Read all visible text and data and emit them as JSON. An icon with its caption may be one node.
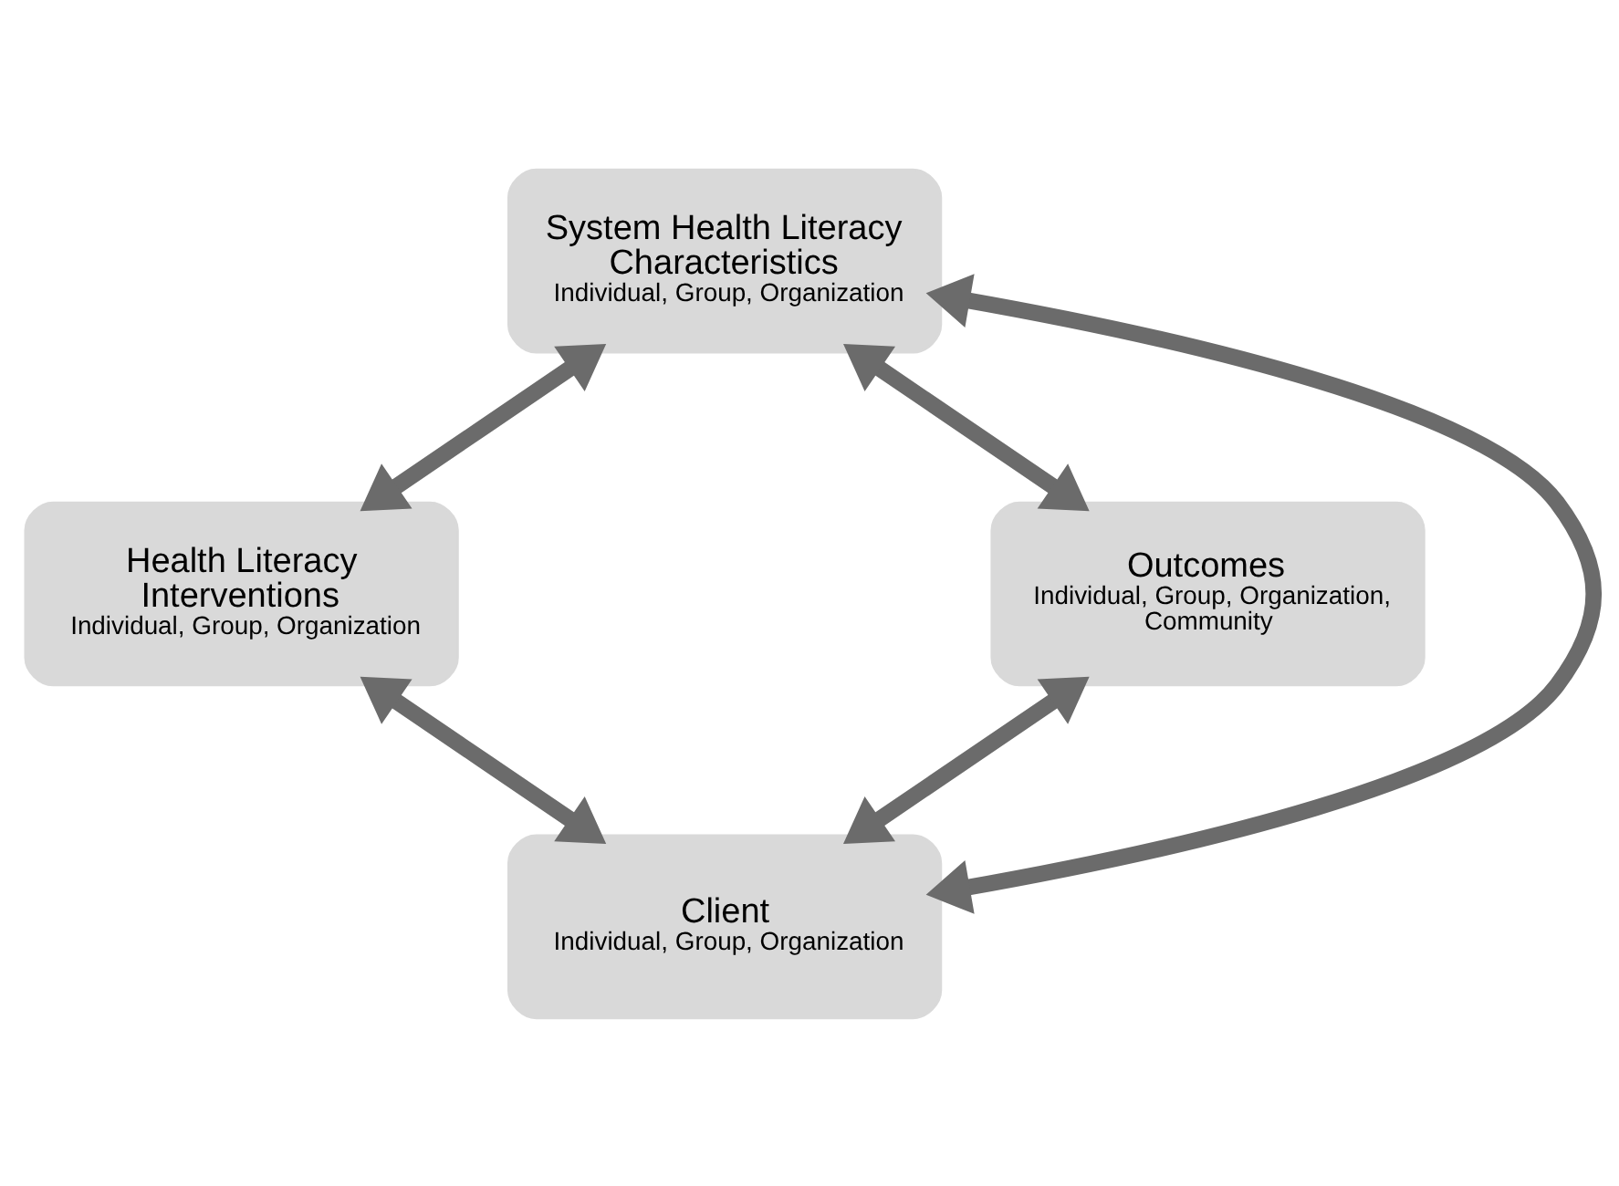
{
  "diagram": {
    "nodes": [
      {
        "text": [
          "System Health Literacy Characteristics",
          "Individual, Group, Organization"
        ]
      },
      {
        "text": [
          "Health Literacy Interventions",
          "Individual, Group, Organization"
        ]
      },
      {
        "text": [
          "Outcomes",
          "Individual, Group, Organization, Community"
        ]
      },
      {
        "text": [
          "Client",
          "Individual, Group, Organization"
        ]
      }
    ],
    "edges": [
      {
        "from": 0,
        "to": 1,
        "arrow": "both"
      },
      {
        "from": 0,
        "to": 2,
        "arrow": "both"
      },
      {
        "from": 0,
        "to": 3,
        "arrow": "both"
      },
      {
        "from": 1,
        "to": 3,
        "arrow": "both"
      },
      {
        "from": 2,
        "to": 3,
        "arrow": "both"
      }
    ]
  }
}
